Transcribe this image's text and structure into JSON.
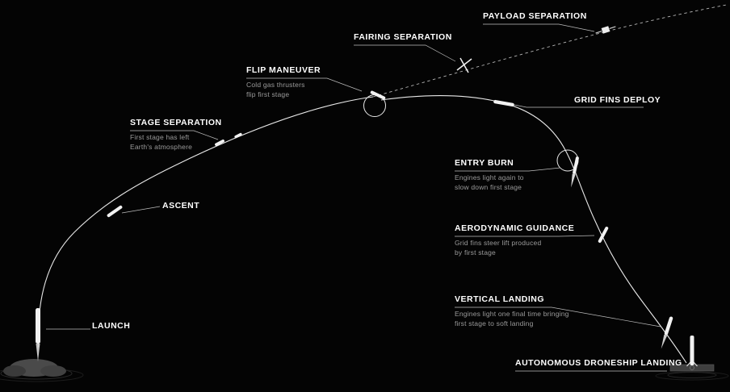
{
  "scene": {
    "name": "rocket launch and landing profile",
    "colors": {
      "background": "#040404",
      "trajectory": "#e8e8e8",
      "dashed_trajectory": "#b5b5b5",
      "label_title": "#ffffff",
      "label_desc": "#9b9b9b",
      "droneship": "#3f3f3f",
      "cloud": "#4a4a4a"
    }
  },
  "stages": [
    {
      "label": "LAUNCH",
      "desc": []
    },
    {
      "label": "ASCENT",
      "desc": []
    },
    {
      "label": "STAGE SEPARATION",
      "desc": [
        "First stage has left",
        "Earth's atmosphere"
      ]
    },
    {
      "label": "FLIP MANEUVER",
      "desc": [
        "Cold gas thrusters",
        "flip first stage"
      ]
    },
    {
      "label": "FAIRING SEPARATION",
      "desc": []
    },
    {
      "label": "PAYLOAD SEPARATION",
      "desc": []
    },
    {
      "label": "GRID FINS DEPLOY",
      "desc": []
    },
    {
      "label": "ENTRY BURN",
      "desc": [
        "Engines light again to",
        "slow down first stage"
      ]
    },
    {
      "label": "AERODYNAMIC GUIDANCE",
      "desc": [
        "Grid fins steer lift produced",
        "by first stage"
      ]
    },
    {
      "label": "VERTICAL LANDING",
      "desc": [
        "Engines light one final time bringing",
        "first stage to soft landing"
      ]
    },
    {
      "label": "AUTONOMOUS DRONESHIP LANDING",
      "desc": []
    }
  ]
}
